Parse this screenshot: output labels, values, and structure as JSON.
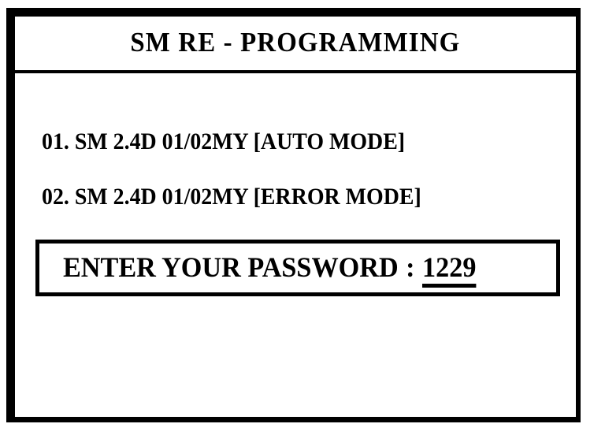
{
  "screen": {
    "title": "SM RE - PROGRAMMING",
    "background_color": "#ffffff",
    "foreground_color": "#000000"
  },
  "menu": {
    "items": [
      {
        "index": "01.",
        "label": "01. SM 2.4D 01/02MY  [AUTO MODE]"
      },
      {
        "index": "02.",
        "label": "02. SM 2.4D 01/02MY [ERROR MODE]"
      }
    ]
  },
  "password": {
    "label": "ENTER YOUR PASSWORD",
    "separator": ":",
    "value": "1229"
  }
}
